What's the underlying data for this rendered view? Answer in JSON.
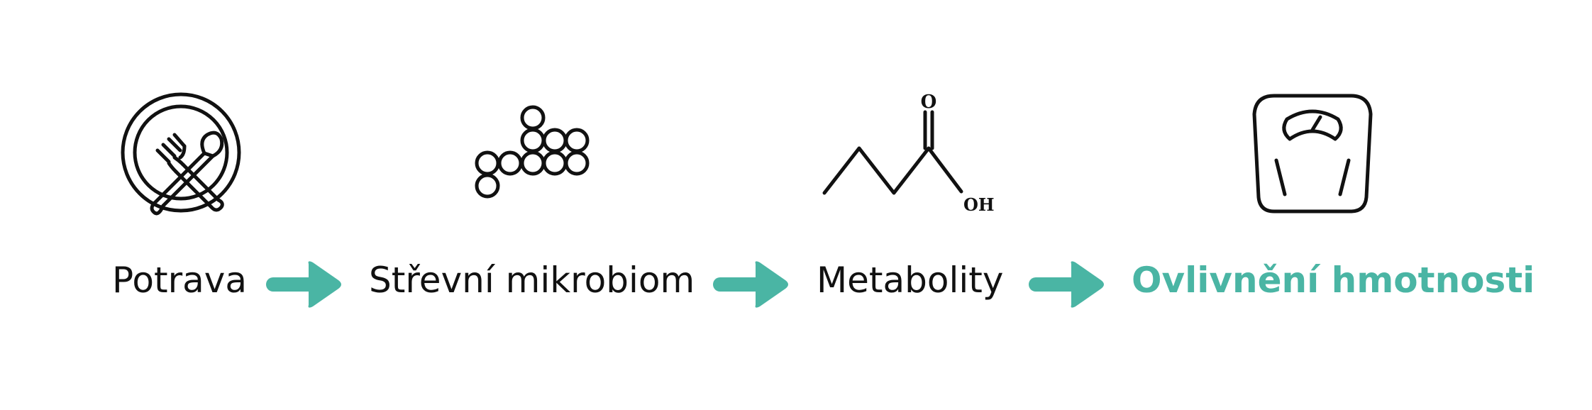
{
  "colors": {
    "accent": "#4ab5a4",
    "ink": "#111111",
    "background": "#ffffff"
  },
  "flow": {
    "steps": [
      {
        "label": "Potrava",
        "icon": "plate-cutlery-icon"
      },
      {
        "label": "Střevní mikrobiom",
        "icon": "bacteria-cluster-icon"
      },
      {
        "label": "Metabolity",
        "icon": "butyric-acid-molecule-icon"
      },
      {
        "label": "Ovlivnění hmotnosti",
        "icon": "bathroom-scale-icon",
        "highlighted": true
      }
    ],
    "molecule": {
      "atom_o": "O",
      "group_oh": "OH"
    },
    "arrow_icon": "right-arrow-icon"
  }
}
